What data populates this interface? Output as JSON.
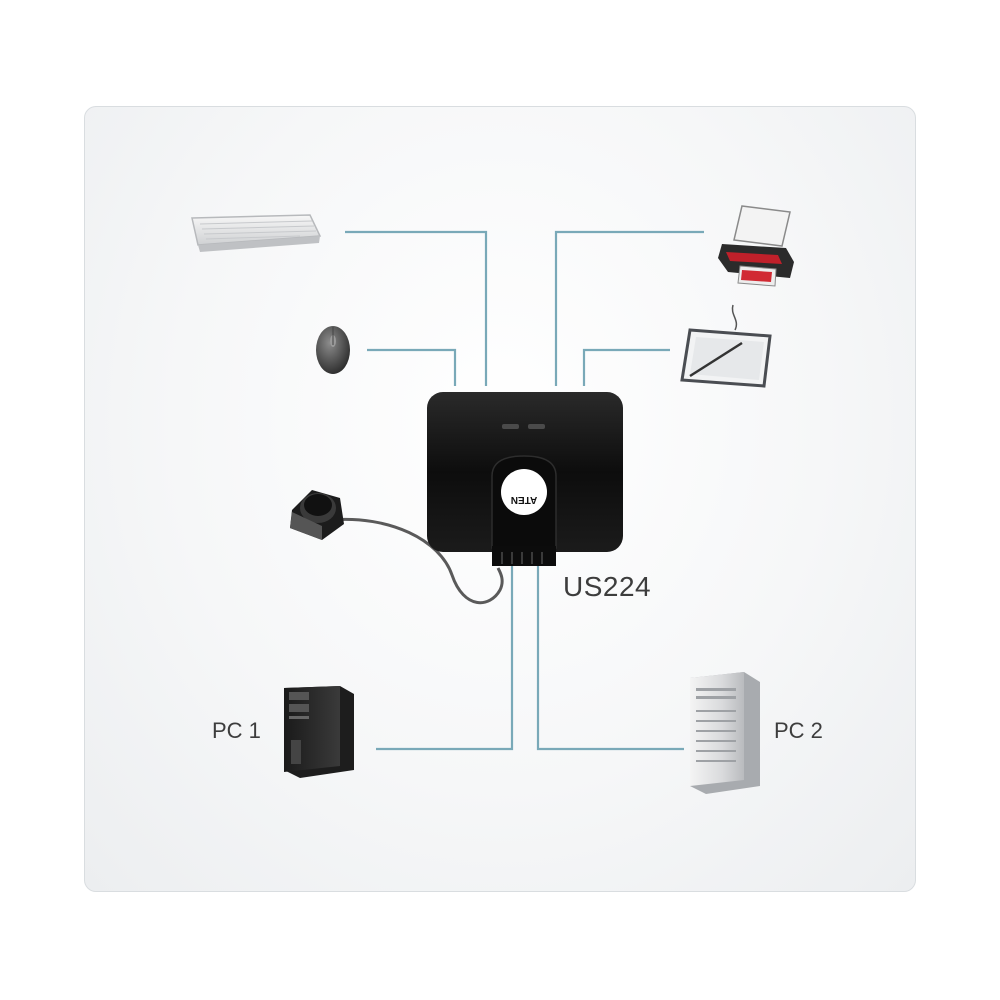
{
  "diagram": {
    "model_label": "US224",
    "pc1_label": "PC 1",
    "pc2_label": "PC 2",
    "brand_logo_text": "ATEN",
    "devices": [
      "keyboard-icon",
      "mouse-icon",
      "remote-switch-icon",
      "printer-icon",
      "drawing-tablet-icon",
      "pc1-tower-icon",
      "pc2-tower-icon"
    ],
    "colors": {
      "wire": "#79a9b8",
      "switch_body": "#111111",
      "panel_border": "#d9dde0",
      "label_text": "#3d3d3d"
    }
  }
}
